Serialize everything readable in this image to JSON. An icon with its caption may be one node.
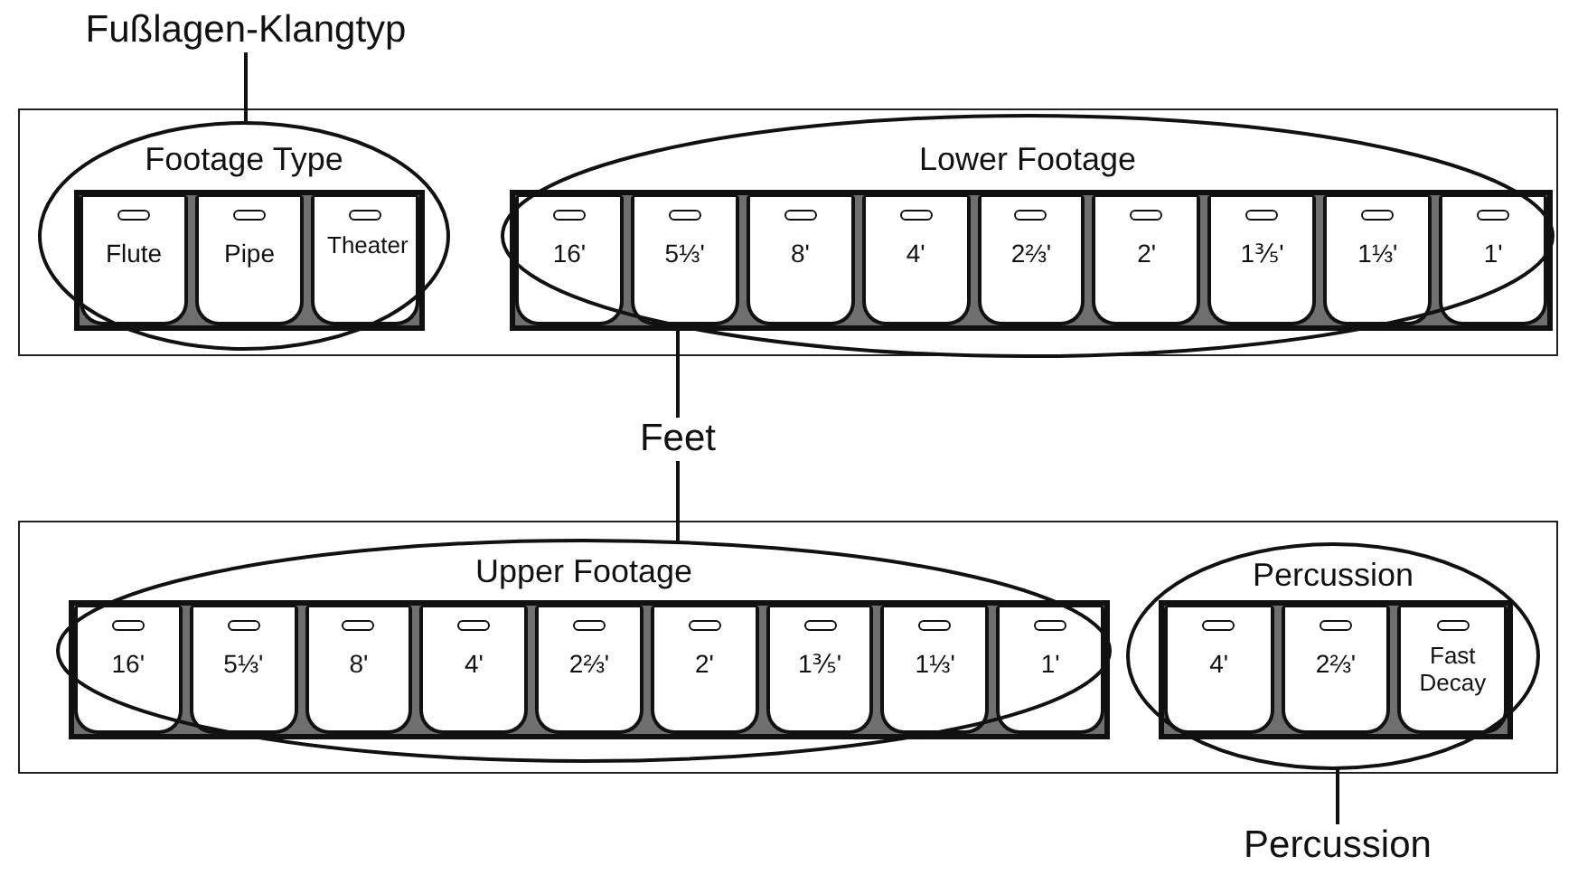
{
  "diagram": {
    "nodes": [
      {
        "text": [
          "Fußlagen-Klangtyp"
        ]
      },
      {
        "text": [],
        "shape": "box"
      },
      {
        "text": [
          "Footage Type"
        ],
        "in": 1
      },
      {
        "text": [
          "Flute"
        ],
        "in": 2
      },
      {
        "text": [
          "Pipe"
        ],
        "in": 2
      },
      {
        "text": [
          "Theater"
        ],
        "in": 2
      },
      {
        "text": [
          "Lower Footage"
        ],
        "in": 1
      },
      {
        "text": [
          "16'"
        ],
        "in": 6
      },
      {
        "text": [
          "5⅓'"
        ],
        "in": 6
      },
      {
        "text": [
          "8'"
        ],
        "in": 6
      },
      {
        "text": [
          "4'"
        ],
        "in": 6
      },
      {
        "text": [
          "2⅔'"
        ],
        "in": 6
      },
      {
        "text": [
          "2'"
        ],
        "in": 6
      },
      {
        "text": [
          "1⅗'"
        ],
        "in": 6
      },
      {
        "text": [
          "1⅓'"
        ],
        "in": 6
      },
      {
        "text": [
          "1'"
        ],
        "in": 6
      },
      {
        "text": [
          "Feet"
        ]
      },
      {
        "text": [],
        "shape": "box"
      },
      {
        "text": [
          "Upper Footage"
        ],
        "in": 17
      },
      {
        "text": [
          "16'"
        ],
        "in": 18
      },
      {
        "text": [
          "5⅓'"
        ],
        "in": 18
      },
      {
        "text": [
          "8'"
        ],
        "in": 18
      },
      {
        "text": [
          "4'"
        ],
        "in": 18
      },
      {
        "text": [
          "2⅔'"
        ],
        "in": 18
      },
      {
        "text": [
          "2'"
        ],
        "in": 18
      },
      {
        "text": [
          "1⅗'"
        ],
        "in": 18
      },
      {
        "text": [
          "1⅓'"
        ],
        "in": 18
      },
      {
        "text": [
          "1'"
        ],
        "in": 18
      },
      {
        "text": [
          "Percussion"
        ],
        "in": 17
      },
      {
        "text": [
          "4'"
        ],
        "in": 28
      },
      {
        "text": [
          "2⅔'"
        ],
        "in": 28
      },
      {
        "text": [
          "Fast Decay"
        ],
        "in": 28
      },
      {
        "text": [
          "Percussion"
        ]
      }
    ],
    "edges": [
      {
        "from": 0,
        "to": 2,
        "arrow": "none"
      },
      {
        "from": 16,
        "to": 6,
        "arrow": "none"
      },
      {
        "from": 16,
        "to": 18,
        "arrow": "none"
      },
      {
        "from": 32,
        "to": 28,
        "arrow": "none"
      }
    ]
  }
}
